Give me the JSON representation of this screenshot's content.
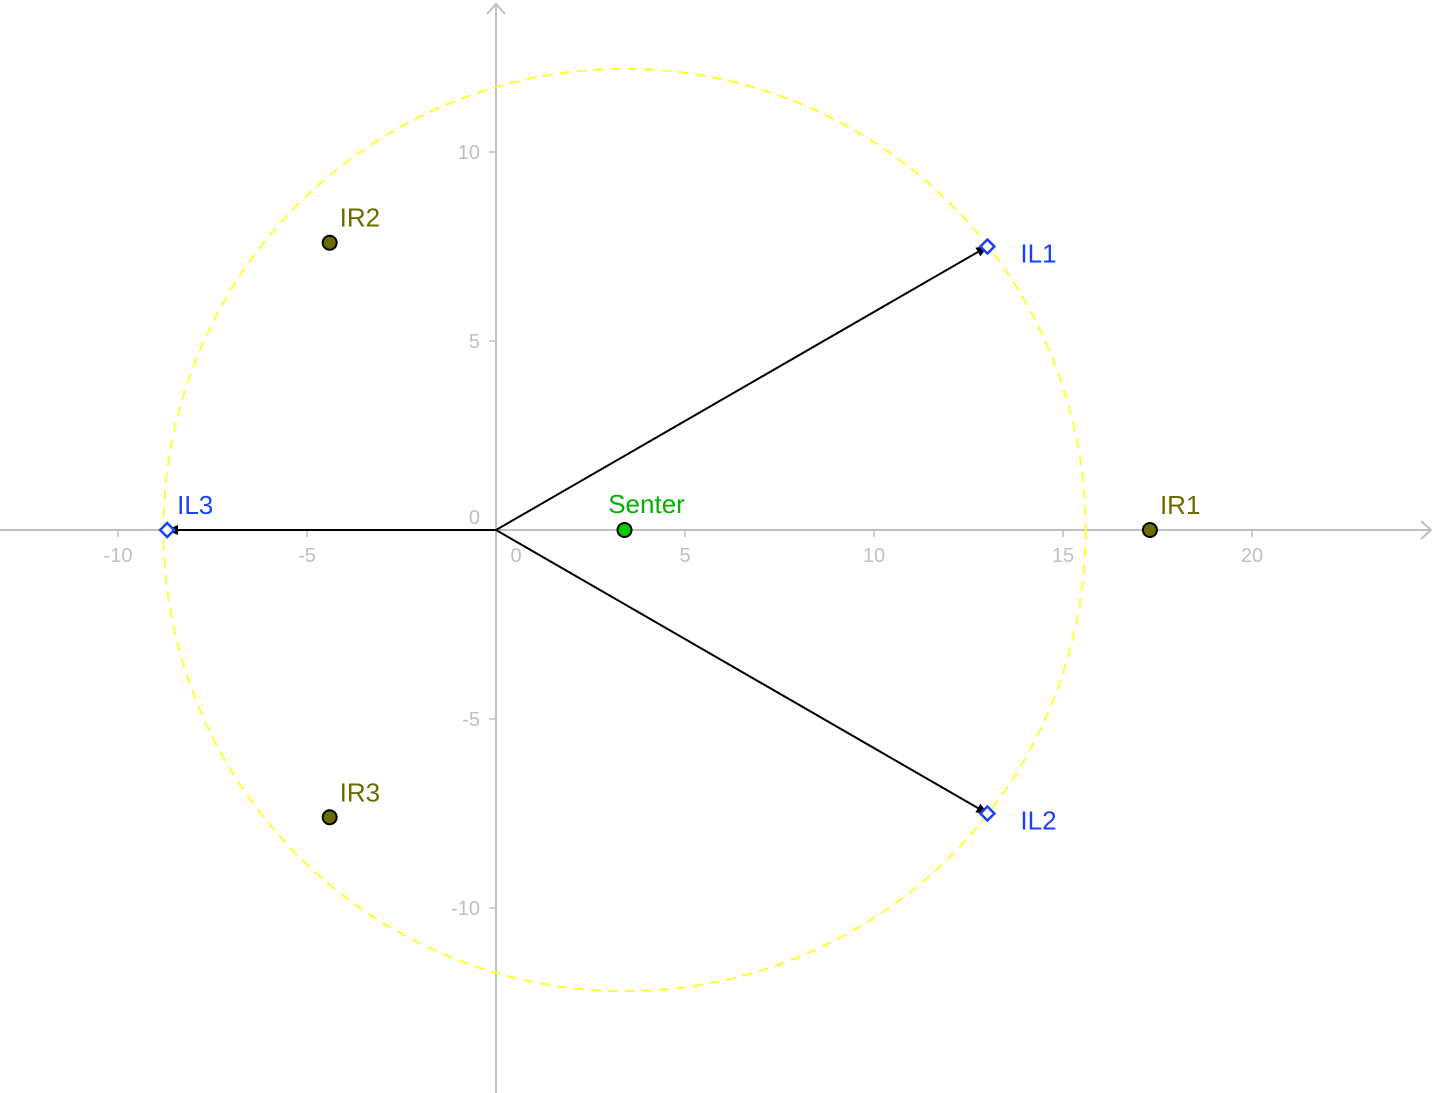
{
  "axes": {
    "x_ticks": [
      -10,
      -5,
      0,
      5,
      10,
      15,
      20
    ],
    "y_ticks": [
      10,
      5,
      0,
      -5,
      -10
    ],
    "x_range": [
      -13.1,
      24.8
    ],
    "y_range": [
      -14.9,
      14.0
    ],
    "axis_color": "#c0c0c0",
    "tick_color": "#c0c0c0"
  },
  "circle": {
    "center": [
      3.4,
      0
    ],
    "radius": 12.2,
    "color": "#ffff33",
    "style": "dashed"
  },
  "vectors": [
    {
      "name": "vector-il1",
      "from": [
        0,
        0
      ],
      "to": [
        13.0,
        7.5
      ]
    },
    {
      "name": "vector-il2",
      "from": [
        0,
        0
      ],
      "to": [
        13.0,
        -7.5
      ]
    },
    {
      "name": "vector-il3",
      "from": [
        0,
        0
      ],
      "to": [
        -8.7,
        0
      ]
    }
  ],
  "points": [
    {
      "id": "IL1",
      "label": "IL1",
      "x": 13.0,
      "y": 7.5,
      "shape": "diamond",
      "color": "#1a3fff",
      "label_pos": "right"
    },
    {
      "id": "IL2",
      "label": "IL2",
      "x": 13.0,
      "y": -7.5,
      "shape": "diamond",
      "color": "#1a3fff",
      "label_pos": "right"
    },
    {
      "id": "IL3",
      "label": "IL3",
      "x": -8.7,
      "y": 0,
      "shape": "diamond",
      "color": "#1a3fff",
      "label_pos": "upper-right"
    },
    {
      "id": "IR1",
      "label": "IR1",
      "x": 17.3,
      "y": 0,
      "shape": "circle",
      "color": "#6b6b00",
      "label_pos": "upper-right"
    },
    {
      "id": "IR2",
      "label": "IR2",
      "x": -4.4,
      "y": 7.6,
      "shape": "circle",
      "color": "#6b6b00",
      "label_pos": "upper-right"
    },
    {
      "id": "IR3",
      "label": "IR3",
      "x": -4.4,
      "y": -7.6,
      "shape": "circle",
      "color": "#6b6b00",
      "label_pos": "upper-right"
    },
    {
      "id": "Senter",
      "label": "Senter",
      "x": 3.4,
      "y": 0,
      "shape": "circle",
      "color": "#00cc00",
      "label_color": "#00b300",
      "label_pos": "above"
    }
  ]
}
